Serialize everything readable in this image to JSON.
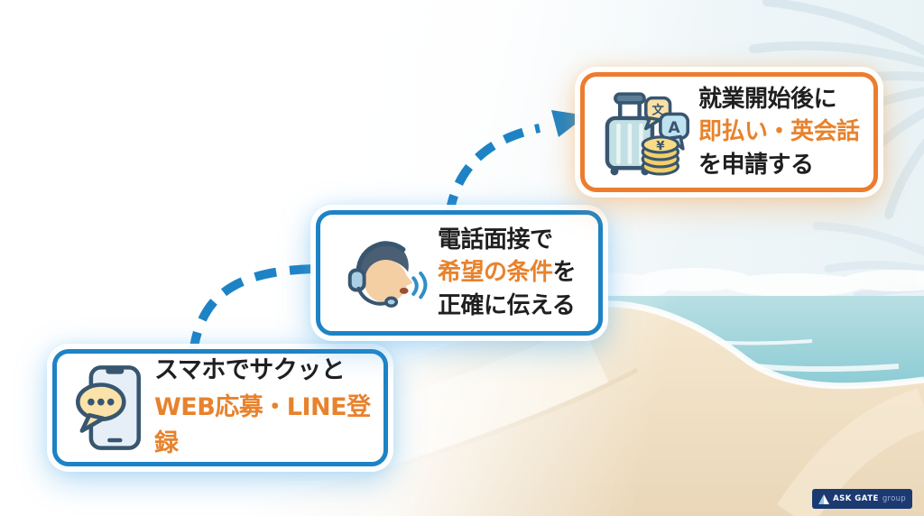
{
  "background": {
    "scene": "beach-illustration",
    "colors": {
      "sky": "#edf5f8",
      "sea": "#9ed2d9",
      "sand": "#f0e0c4",
      "foam": "#ffffff",
      "palm": "#d9e7ee"
    }
  },
  "accent": {
    "blue": "#1d83c5",
    "orange": "#e8822c",
    "text_dark": "#1f1f1f",
    "icon_outline": "#385670"
  },
  "steps": [
    {
      "name": "web-apply",
      "icon": "smartphone-chat-icon",
      "lines": [
        {
          "segments": [
            {
              "text": "スマホでサクッと",
              "style": "dark"
            }
          ]
        },
        {
          "segments": [
            {
              "text": "WEB応募・LINE登録",
              "style": "orange"
            }
          ]
        }
      ]
    },
    {
      "name": "phone-interview",
      "icon": "headset-operator-icon",
      "lines": [
        {
          "segments": [
            {
              "text": "電話面接で",
              "style": "dark"
            }
          ]
        },
        {
          "segments": [
            {
              "text": "希望の条件",
              "style": "orange"
            },
            {
              "text": "を",
              "style": "dark"
            }
          ]
        },
        {
          "segments": [
            {
              "text": "正確に伝える",
              "style": "dark"
            }
          ]
        }
      ]
    },
    {
      "name": "after-employment",
      "icon": "travel-translate-coins-icon",
      "lines": [
        {
          "segments": [
            {
              "text": "就業開始後に",
              "style": "dark"
            }
          ]
        },
        {
          "segments": [
            {
              "text": "即払い・英会話",
              "style": "orange"
            }
          ]
        },
        {
          "segments": [
            {
              "text": "を申請する",
              "style": "dark"
            }
          ]
        }
      ]
    }
  ],
  "icon_glyphs": {
    "translate_source": "文",
    "translate_target": "A",
    "coin_currency": "¥"
  },
  "logo": {
    "brand": "ASK GATE",
    "suffix": "group"
  }
}
